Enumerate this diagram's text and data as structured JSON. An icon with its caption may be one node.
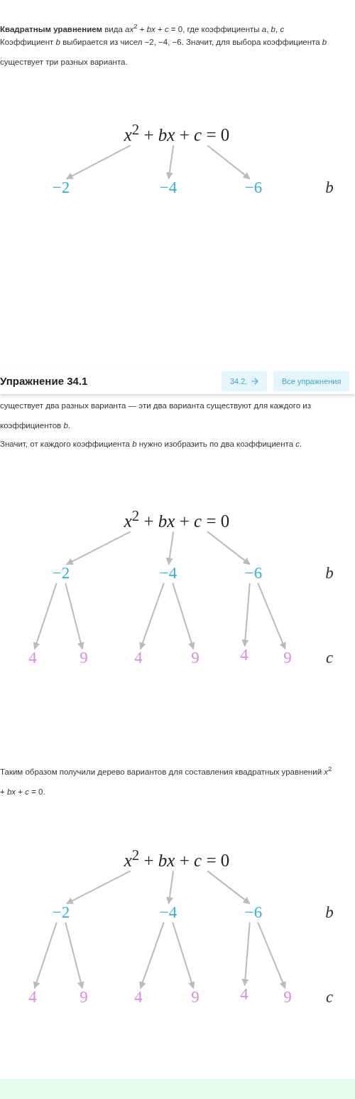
{
  "diagram": {
    "nodes": [
      {
        "text": [
          "*x*$^{2}$ + *bx* + *c* = 0"
        ]
      },
      {
        "text": [
          "−2"
        ]
      },
      {
        "text": [
          "−4"
        ]
      },
      {
        "text": [
          "−6"
        ]
      },
      {
        "text": [
          "*x*$^{2}$ + *bx* + *c* = 0"
        ]
      },
      {
        "text": [
          "−2"
        ]
      },
      {
        "text": [
          "−4"
        ]
      },
      {
        "text": [
          "−6"
        ]
      },
      {
        "text": [
          "4"
        ]
      },
      {
        "text": [
          "9"
        ]
      },
      {
        "text": [
          "4"
        ]
      },
      {
        "text": [
          "9"
        ]
      },
      {
        "text": [
          "4"
        ]
      },
      {
        "text": [
          "9"
        ]
      },
      {
        "text": [
          "*x*$^{2}$ + *bx* + *c* = 0"
        ]
      },
      {
        "text": [
          "−2"
        ]
      },
      {
        "text": [
          "−4"
        ]
      },
      {
        "text": [
          "−6"
        ]
      },
      {
        "text": [
          "4"
        ]
      },
      {
        "text": [
          "9"
        ]
      },
      {
        "text": [
          "4"
        ]
      },
      {
        "text": [
          "9"
        ]
      },
      {
        "text": [
          "4"
        ]
      },
      {
        "text": [
          "9"
        ]
      }
    ],
    "edges": [
      {
        "from": 0,
        "to": 1,
        "arrow": "to"
      },
      {
        "from": 0,
        "to": 2,
        "arrow": "to"
      },
      {
        "from": 0,
        "to": 3,
        "arrow": "to"
      },
      {
        "from": 4,
        "to": 5,
        "arrow": "to"
      },
      {
        "from": 4,
        "to": 6,
        "arrow": "to"
      },
      {
        "from": 4,
        "to": 7,
        "arrow": "to"
      },
      {
        "from": 5,
        "to": 8,
        "arrow": "to"
      },
      {
        "from": 5,
        "to": 9,
        "arrow": "to"
      },
      {
        "from": 6,
        "to": 10,
        "arrow": "to"
      },
      {
        "from": 6,
        "to": 11,
        "arrow": "to"
      },
      {
        "from": 7,
        "to": 12,
        "arrow": "to"
      },
      {
        "from": 7,
        "to": 13,
        "arrow": "to"
      },
      {
        "from": 14,
        "to": 15,
        "arrow": "to"
      },
      {
        "from": 14,
        "to": 16,
        "arrow": "to"
      },
      {
        "from": 14,
        "to": 17,
        "arrow": "to"
      },
      {
        "from": 15,
        "to": 18,
        "arrow": "to"
      },
      {
        "from": 15,
        "to": 19,
        "arrow": "to"
      },
      {
        "from": 16,
        "to": 20,
        "arrow": "to"
      },
      {
        "from": 16,
        "to": 21,
        "arrow": "to"
      },
      {
        "from": 17,
        "to": 22,
        "arrow": "to"
      },
      {
        "from": 17,
        "to": 23,
        "arrow": "to"
      }
    ],
    "labels": [
      "**Квадратным уравнением** вида *ax*$^{2}$ + *bx* + *c* = 0, где коэффициенты *a*, *b*, *c*",
      "Коэффициент *b* выбирается из чисел −2, −4, −6. Значит, для выбора коэффициента *b* существует три разных варианта.",
      "b",
      "Упражнение 34.1",
      "34.2.",
      "Все упражнения",
      "существует два разных варианта — эти два варианта существуют для каждого из коэффициентов *b*.",
      "Значит, от каждого коэффициента *b* нужно изобразить по два коэффициента *c*.",
      "b",
      "c",
      "Таким образом получили дерево вариантов для составления квадратных уравнений *x*$^{2}$ + *bx* + *c* = 0.",
      "b",
      "c"
    ]
  }
}
